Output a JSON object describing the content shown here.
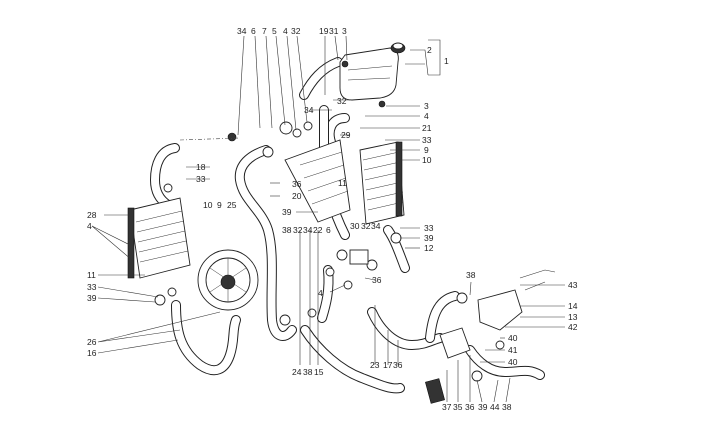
{
  "callouts": {
    "top": [
      "34",
      "6",
      "7",
      "5",
      "4",
      "32",
      "19",
      "31",
      "3"
    ],
    "right_upper": [
      "2",
      "1",
      "3",
      "4",
      "21",
      "33",
      "9",
      "10"
    ],
    "centre": [
      "32",
      "34",
      "29",
      "11",
      "36",
      "20",
      "39"
    ],
    "left_upper": [
      "18",
      "33",
      "10",
      "9",
      "25"
    ],
    "left": [
      "28",
      "4",
      "11",
      "33",
      "39",
      "26",
      "16"
    ],
    "mid": [
      "38",
      "32",
      "34",
      "22",
      "6",
      "30",
      "32",
      "34"
    ],
    "right_mid": [
      "33",
      "39",
      "12"
    ],
    "centre_low": [
      "4",
      "36",
      "38"
    ],
    "right": [
      "43",
      "14",
      "13",
      "42",
      "40",
      "41",
      "40"
    ],
    "bottom": [
      "24",
      "38",
      "15",
      "23",
      "17",
      "36",
      "37",
      "35",
      "36",
      "39",
      "44",
      "38"
    ]
  }
}
